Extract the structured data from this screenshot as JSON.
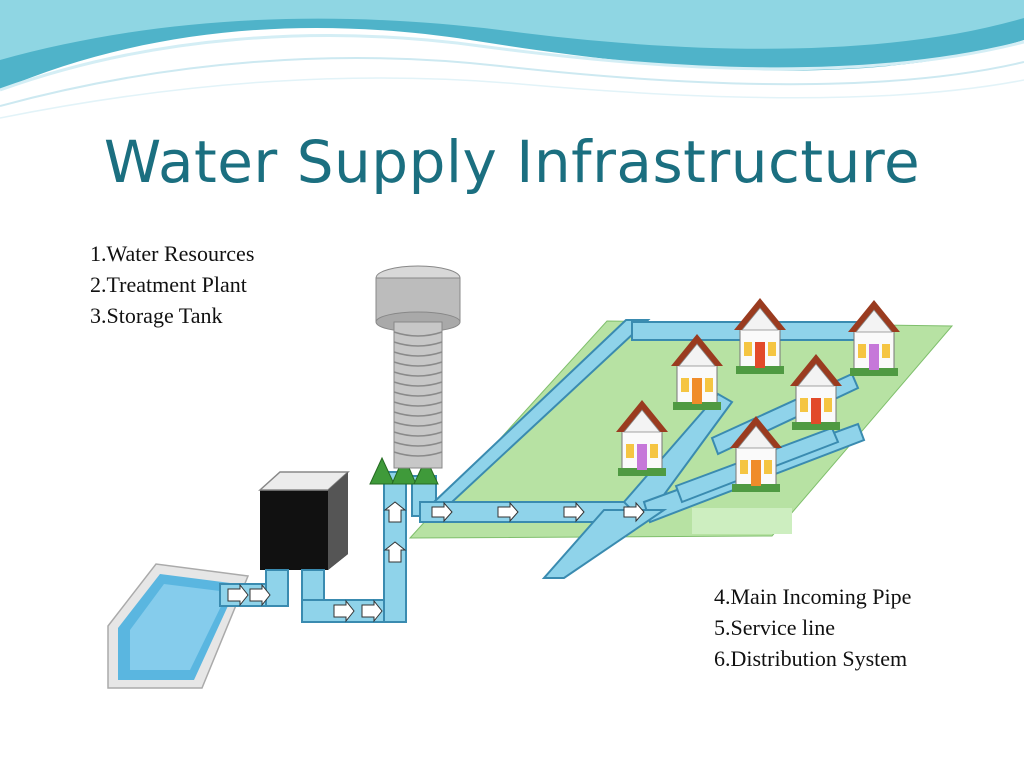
{
  "slide": {
    "title": "Water Supply Infrastructure"
  },
  "legend_left": [
    "1.Water Resources",
    "2.Treatment Plant",
    "3.Storage Tank"
  ],
  "legend_right": [
    "4.Main Incoming Pipe",
    "5.Service line",
    "6.Distribution System"
  ],
  "colors": {
    "title": "#1b6f80",
    "water": "#8fd3ea",
    "pipe_outline": "#3a8bb0",
    "ground": "#b7e2a3",
    "roof": "#9a3b1f",
    "tree": "#3f9a3a"
  }
}
